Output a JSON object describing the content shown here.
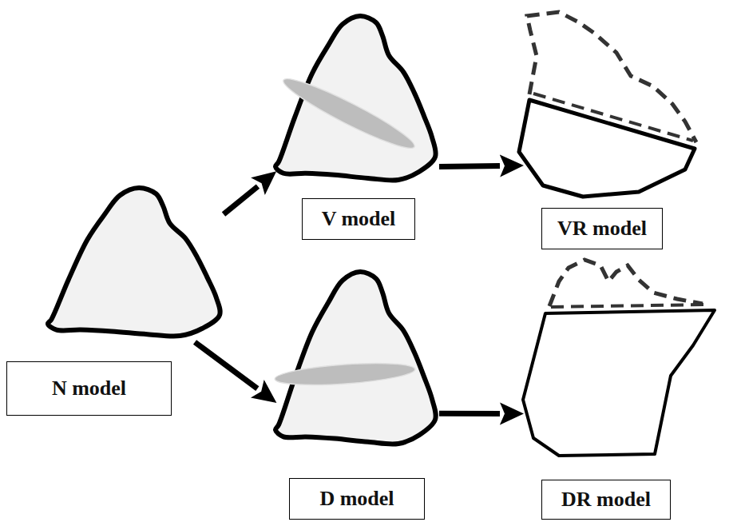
{
  "diagram": {
    "nodes": [
      {
        "text": [
          "N model"
        ]
      },
      {
        "text": [
          "V model"
        ]
      },
      {
        "text": [
          "VR model"
        ]
      },
      {
        "text": [
          "D model"
        ]
      },
      {
        "text": [
          "DR model"
        ]
      }
    ],
    "edges": [
      {
        "from": 0,
        "to": 1,
        "arrow": "to"
      },
      {
        "from": 1,
        "to": 2,
        "arrow": "to"
      },
      {
        "from": 0,
        "to": 3,
        "arrow": "to"
      },
      {
        "from": 3,
        "to": 4,
        "arrow": "to"
      }
    ]
  }
}
